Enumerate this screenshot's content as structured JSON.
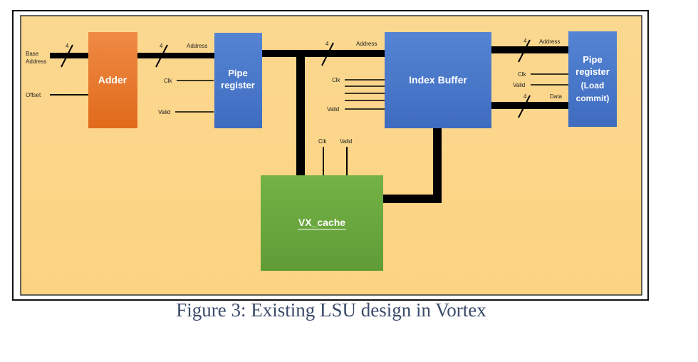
{
  "blocks": {
    "adder": "Adder",
    "pipe_register_1": [
      "Pipe",
      "register"
    ],
    "index_buffer": "Index Buffer",
    "pipe_register_2": [
      "Pipe",
      "register",
      "(Load",
      "commit)"
    ],
    "vx_cache": "VX_cache"
  },
  "signals": {
    "base_address": [
      "Base",
      "Address"
    ],
    "offset": "Offset",
    "address": "Address",
    "clk": "Clk",
    "valid": "Valid",
    "data": "Data",
    "bus_width": "4"
  },
  "caption": "Figure 3: Existing LSU design in Vortex",
  "colors": {
    "background": "#fbd98d",
    "adder": "#e8701f",
    "pipe_register": "#4a76c8",
    "index_buffer": "#4a76c8",
    "vx_cache": "#6aa83d",
    "wire": "#000000"
  }
}
